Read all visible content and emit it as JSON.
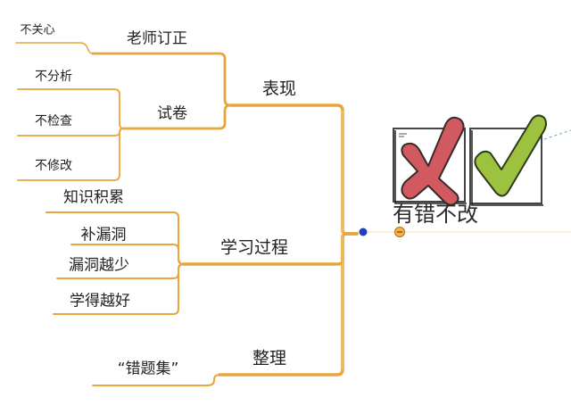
{
  "root": {
    "label": "有错不改"
  },
  "branches": {
    "biaoxian": {
      "label": "表现",
      "laoshi": {
        "label": "老师订正",
        "children": [
          "不关心"
        ]
      },
      "shijuan": {
        "label": "试卷",
        "children": [
          "不分析",
          "不检查",
          "不修改"
        ]
      }
    },
    "xuexi": {
      "label": "学习过程",
      "children": [
        "知识积累",
        "补漏洞",
        "漏洞越少",
        "学得越好"
      ]
    },
    "zhengli": {
      "label": "整理",
      "children": [
        "“错题集”"
      ]
    }
  },
  "colors": {
    "branch_line": "#e8a53c",
    "branch_line_inner": "#f7cf7a",
    "root_line": "#f29a1d",
    "cross_red": "#d05a5f",
    "check_green": "#9cc23f",
    "dot_blue": "#1f3fbf",
    "dash_link": "#5aa9d6"
  },
  "icons": [
    "cross-icon",
    "check-icon"
  ]
}
